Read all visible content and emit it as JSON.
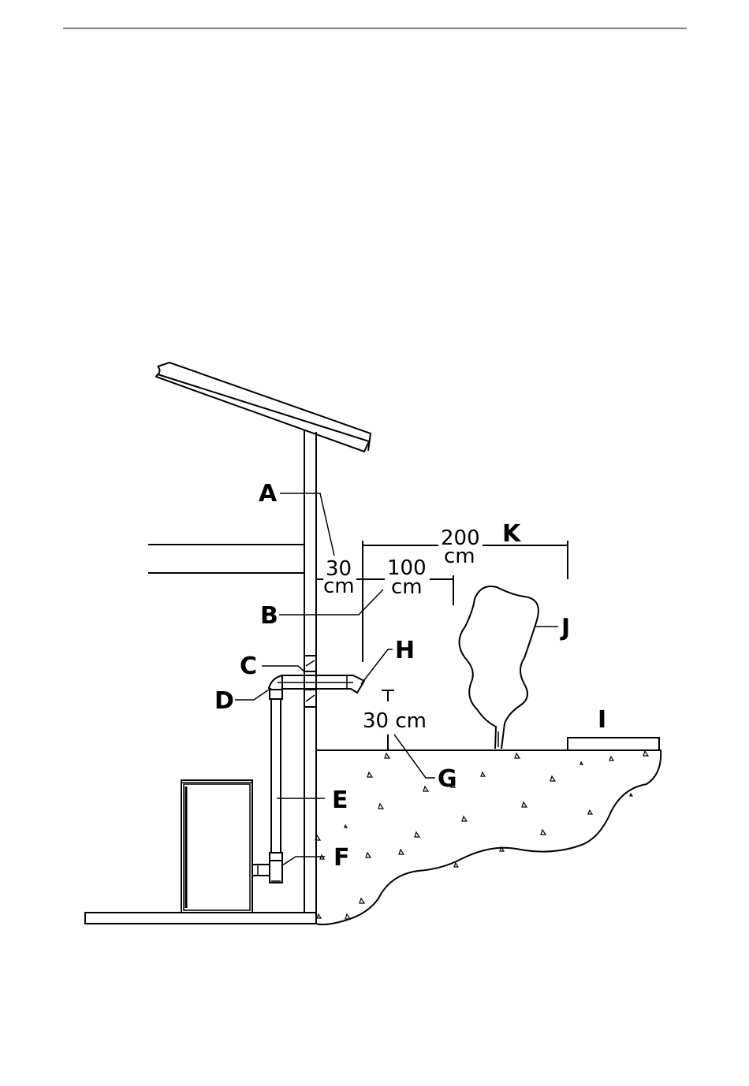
{
  "labels": {
    "a": "A",
    "b": "B",
    "c": "C",
    "d": "D",
    "e": "E",
    "f": "F",
    "g": "G",
    "h": "H",
    "i": "I",
    "j": "J",
    "k": "K"
  },
  "dimensions": {
    "d30_top_1": "30",
    "d30_top_2": "cm",
    "d100_1": "100",
    "d100_2": "cm",
    "d200_1": "200",
    "d200_2": "cm",
    "d30_ground": "30 cm"
  }
}
